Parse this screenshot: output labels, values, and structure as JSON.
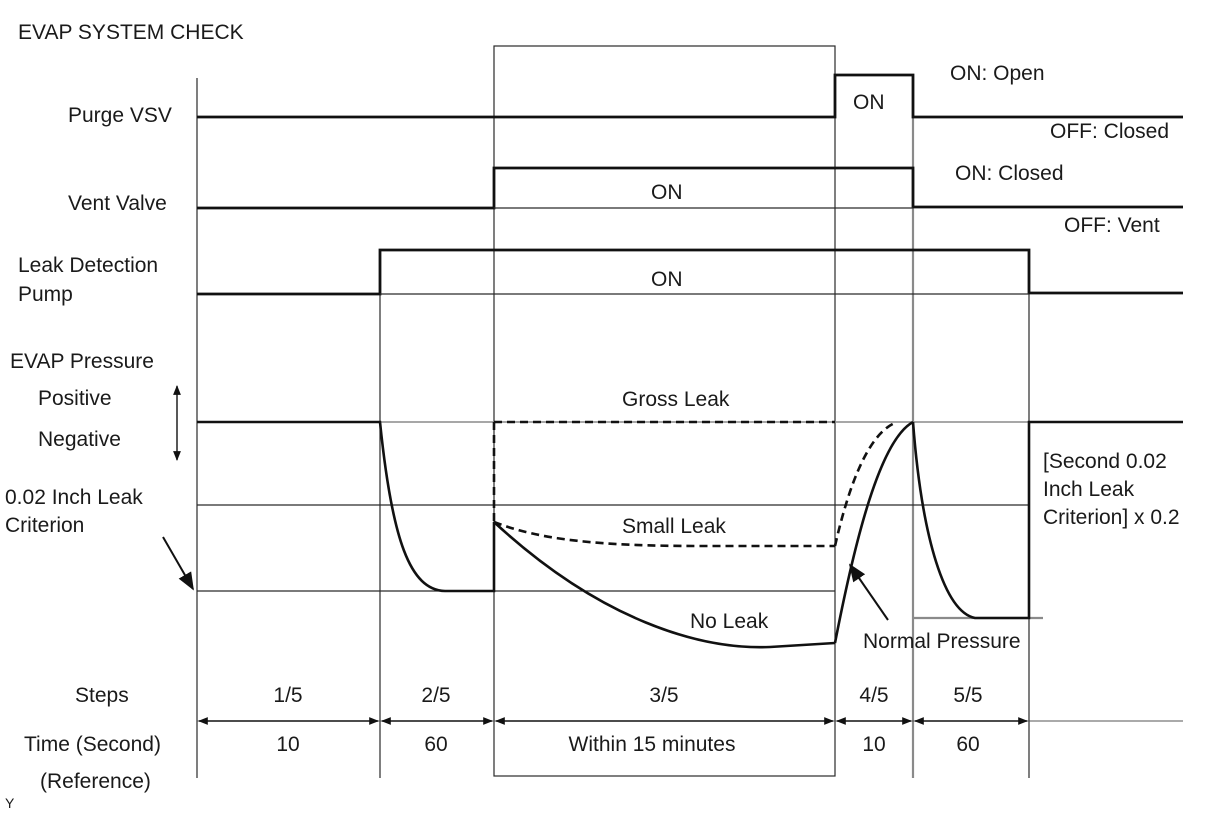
{
  "title": "EVAP SYSTEM CHECK",
  "rows": {
    "purge_vsv": "Purge VSV",
    "vent_valve": "Vent Valve",
    "pump_line1": "Leak Detection",
    "pump_line2": "Pump",
    "evap_pressure": "EVAP Pressure",
    "positive": "Positive",
    "negative": "Negative",
    "criterion_line1": "0.02 Inch Leak",
    "criterion_line2": "Criterion"
  },
  "states": {
    "purge_on": "ON",
    "purge_on_desc": "ON: Open",
    "purge_off_desc": "OFF: Closed",
    "vent_on": "ON",
    "vent_on_desc": "ON: Closed",
    "vent_off_desc": "OFF: Vent",
    "pump_on": "ON"
  },
  "curves": {
    "gross_leak": "Gross Leak",
    "small_leak": "Small Leak",
    "no_leak": "No Leak",
    "normal_pressure": "Normal Pressure"
  },
  "second_criterion": [
    "[Second 0.02",
    "Inch Leak",
    "Criterion] x 0.2"
  ],
  "steps": {
    "label": "Steps",
    "values": [
      "1/5",
      "2/5",
      "3/5",
      "4/5",
      "5/5"
    ]
  },
  "time": {
    "label": "Time (Second)",
    "reference": "(Reference)",
    "values": [
      "10",
      "60",
      "Within 15 minutes",
      "10",
      "60"
    ]
  },
  "corner_mark": "Y"
}
